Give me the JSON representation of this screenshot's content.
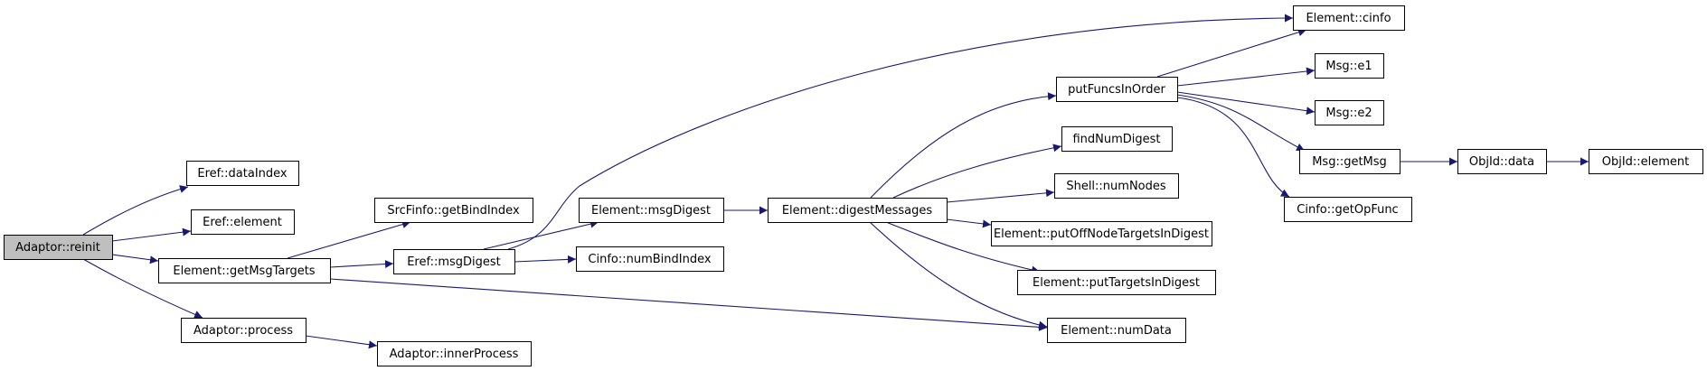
{
  "colors": {
    "edge": "#191970",
    "node_fill": "#ffffff",
    "root_fill": "#bfbfbf",
    "node_stroke": "#000000"
  },
  "nodes": [
    {
      "id": "n_reinit",
      "label": "Adaptor::reinit",
      "root": true
    },
    {
      "id": "n_dataIndex",
      "label": "Eref::dataIndex"
    },
    {
      "id": "n_erefElement",
      "label": "Eref::element"
    },
    {
      "id": "n_getMsgTargets",
      "label": "Element::getMsgTargets"
    },
    {
      "id": "n_process",
      "label": "Adaptor::process"
    },
    {
      "id": "n_getBindIndex",
      "label": "SrcFinfo::getBindIndex"
    },
    {
      "id": "n_erefMsgDigest",
      "label": "Eref::msgDigest"
    },
    {
      "id": "n_innerProcess",
      "label": "Adaptor::innerProcess"
    },
    {
      "id": "n_elementMsgDigest",
      "label": "Element::msgDigest"
    },
    {
      "id": "n_numBindIndex",
      "label": "Cinfo::numBindIndex"
    },
    {
      "id": "n_digestMessages",
      "label": "Element::digestMessages"
    },
    {
      "id": "n_putFuncsInOrder",
      "label": "putFuncsInOrder"
    },
    {
      "id": "n_findNumDigest",
      "label": "findNumDigest"
    },
    {
      "id": "n_numNodes",
      "label": "Shell::numNodes"
    },
    {
      "id": "n_putOffNode",
      "label": "Element::putOffNodeTargetsInDigest"
    },
    {
      "id": "n_putTargets",
      "label": "Element::putTargetsInDigest"
    },
    {
      "id": "n_numData",
      "label": "Element::numData"
    },
    {
      "id": "n_cinfo",
      "label": "Element::cinfo"
    },
    {
      "id": "n_e1",
      "label": "Msg::e1"
    },
    {
      "id": "n_e2",
      "label": "Msg::e2"
    },
    {
      "id": "n_getMsg",
      "label": "Msg::getMsg"
    },
    {
      "id": "n_getOpFunc",
      "label": "Cinfo::getOpFunc"
    },
    {
      "id": "n_objData",
      "label": "ObjId::data"
    },
    {
      "id": "n_objElement",
      "label": "ObjId::element"
    }
  ],
  "edges": [
    {
      "from": "n_reinit",
      "to": "n_dataIndex"
    },
    {
      "from": "n_reinit",
      "to": "n_erefElement"
    },
    {
      "from": "n_reinit",
      "to": "n_getMsgTargets"
    },
    {
      "from": "n_reinit",
      "to": "n_process"
    },
    {
      "from": "n_getMsgTargets",
      "to": "n_getBindIndex"
    },
    {
      "from": "n_getMsgTargets",
      "to": "n_erefMsgDigest"
    },
    {
      "from": "n_getMsgTargets",
      "to": "n_numData"
    },
    {
      "from": "n_process",
      "to": "n_innerProcess"
    },
    {
      "from": "n_erefMsgDigest",
      "to": "n_elementMsgDigest"
    },
    {
      "from": "n_erefMsgDigest",
      "to": "n_numBindIndex"
    },
    {
      "from": "n_erefMsgDigest",
      "to": "n_cinfo"
    },
    {
      "from": "n_elementMsgDigest",
      "to": "n_digestMessages"
    },
    {
      "from": "n_digestMessages",
      "to": "n_putFuncsInOrder"
    },
    {
      "from": "n_digestMessages",
      "to": "n_findNumDigest"
    },
    {
      "from": "n_digestMessages",
      "to": "n_numNodes"
    },
    {
      "from": "n_digestMessages",
      "to": "n_putOffNode"
    },
    {
      "from": "n_digestMessages",
      "to": "n_putTargets"
    },
    {
      "from": "n_digestMessages",
      "to": "n_numData"
    },
    {
      "from": "n_putFuncsInOrder",
      "to": "n_cinfo"
    },
    {
      "from": "n_putFuncsInOrder",
      "to": "n_e1"
    },
    {
      "from": "n_putFuncsInOrder",
      "to": "n_e2"
    },
    {
      "from": "n_putFuncsInOrder",
      "to": "n_getMsg"
    },
    {
      "from": "n_putFuncsInOrder",
      "to": "n_getOpFunc"
    },
    {
      "from": "n_getMsg",
      "to": "n_objData"
    },
    {
      "from": "n_objData",
      "to": "n_objElement"
    }
  ]
}
